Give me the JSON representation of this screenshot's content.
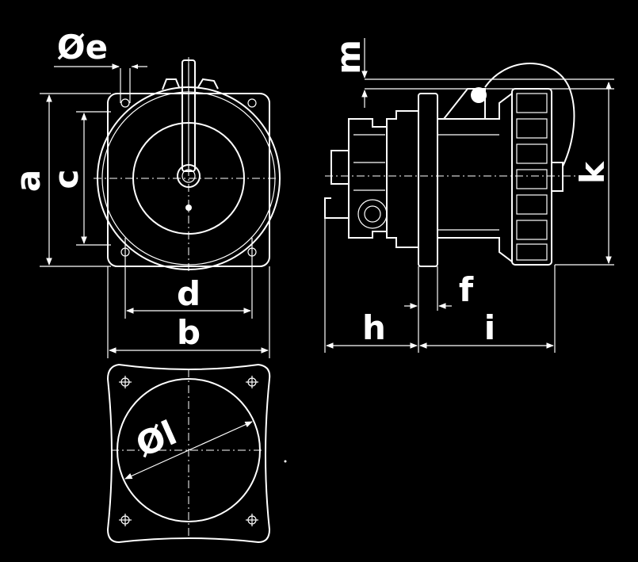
{
  "labels": {
    "a": "a",
    "b": "b",
    "c": "c",
    "d": "d",
    "e": "Øe",
    "f": "f",
    "h": "h",
    "i": "i",
    "k": "k",
    "l": "Øl",
    "m": "m"
  },
  "colors": {
    "background": "#000000",
    "line": "#ffffff"
  }
}
